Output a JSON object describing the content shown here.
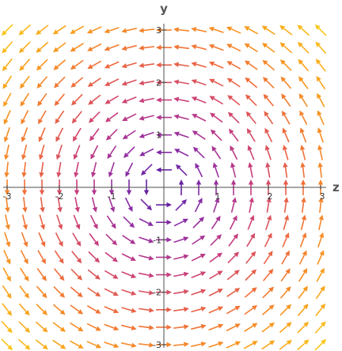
{
  "chart_data": {
    "type": "vector_field",
    "field": {
      "u": "-y",
      "v": "x"
    },
    "xlabel": "z",
    "ylabel": "y",
    "xlim": [
      -3,
      3
    ],
    "ylim": [
      -3,
      3
    ],
    "grid_step": 0.333,
    "xticks": [
      -3,
      -2,
      -1,
      1,
      2,
      3
    ],
    "yticks": [
      -3,
      -2,
      -1,
      1,
      2,
      3
    ],
    "xtick_labels": [
      "-3",
      "-2",
      "-1",
      "1",
      "2",
      "3"
    ],
    "ytick_labels": [
      "-3",
      "-2",
      "-1",
      "1",
      "2",
      "3"
    ],
    "colormap": [
      "#4b1ba0",
      "#8f2ea6",
      "#c93f7c",
      "#ee6a3c",
      "#f99a1d",
      "#f8c61a"
    ]
  }
}
